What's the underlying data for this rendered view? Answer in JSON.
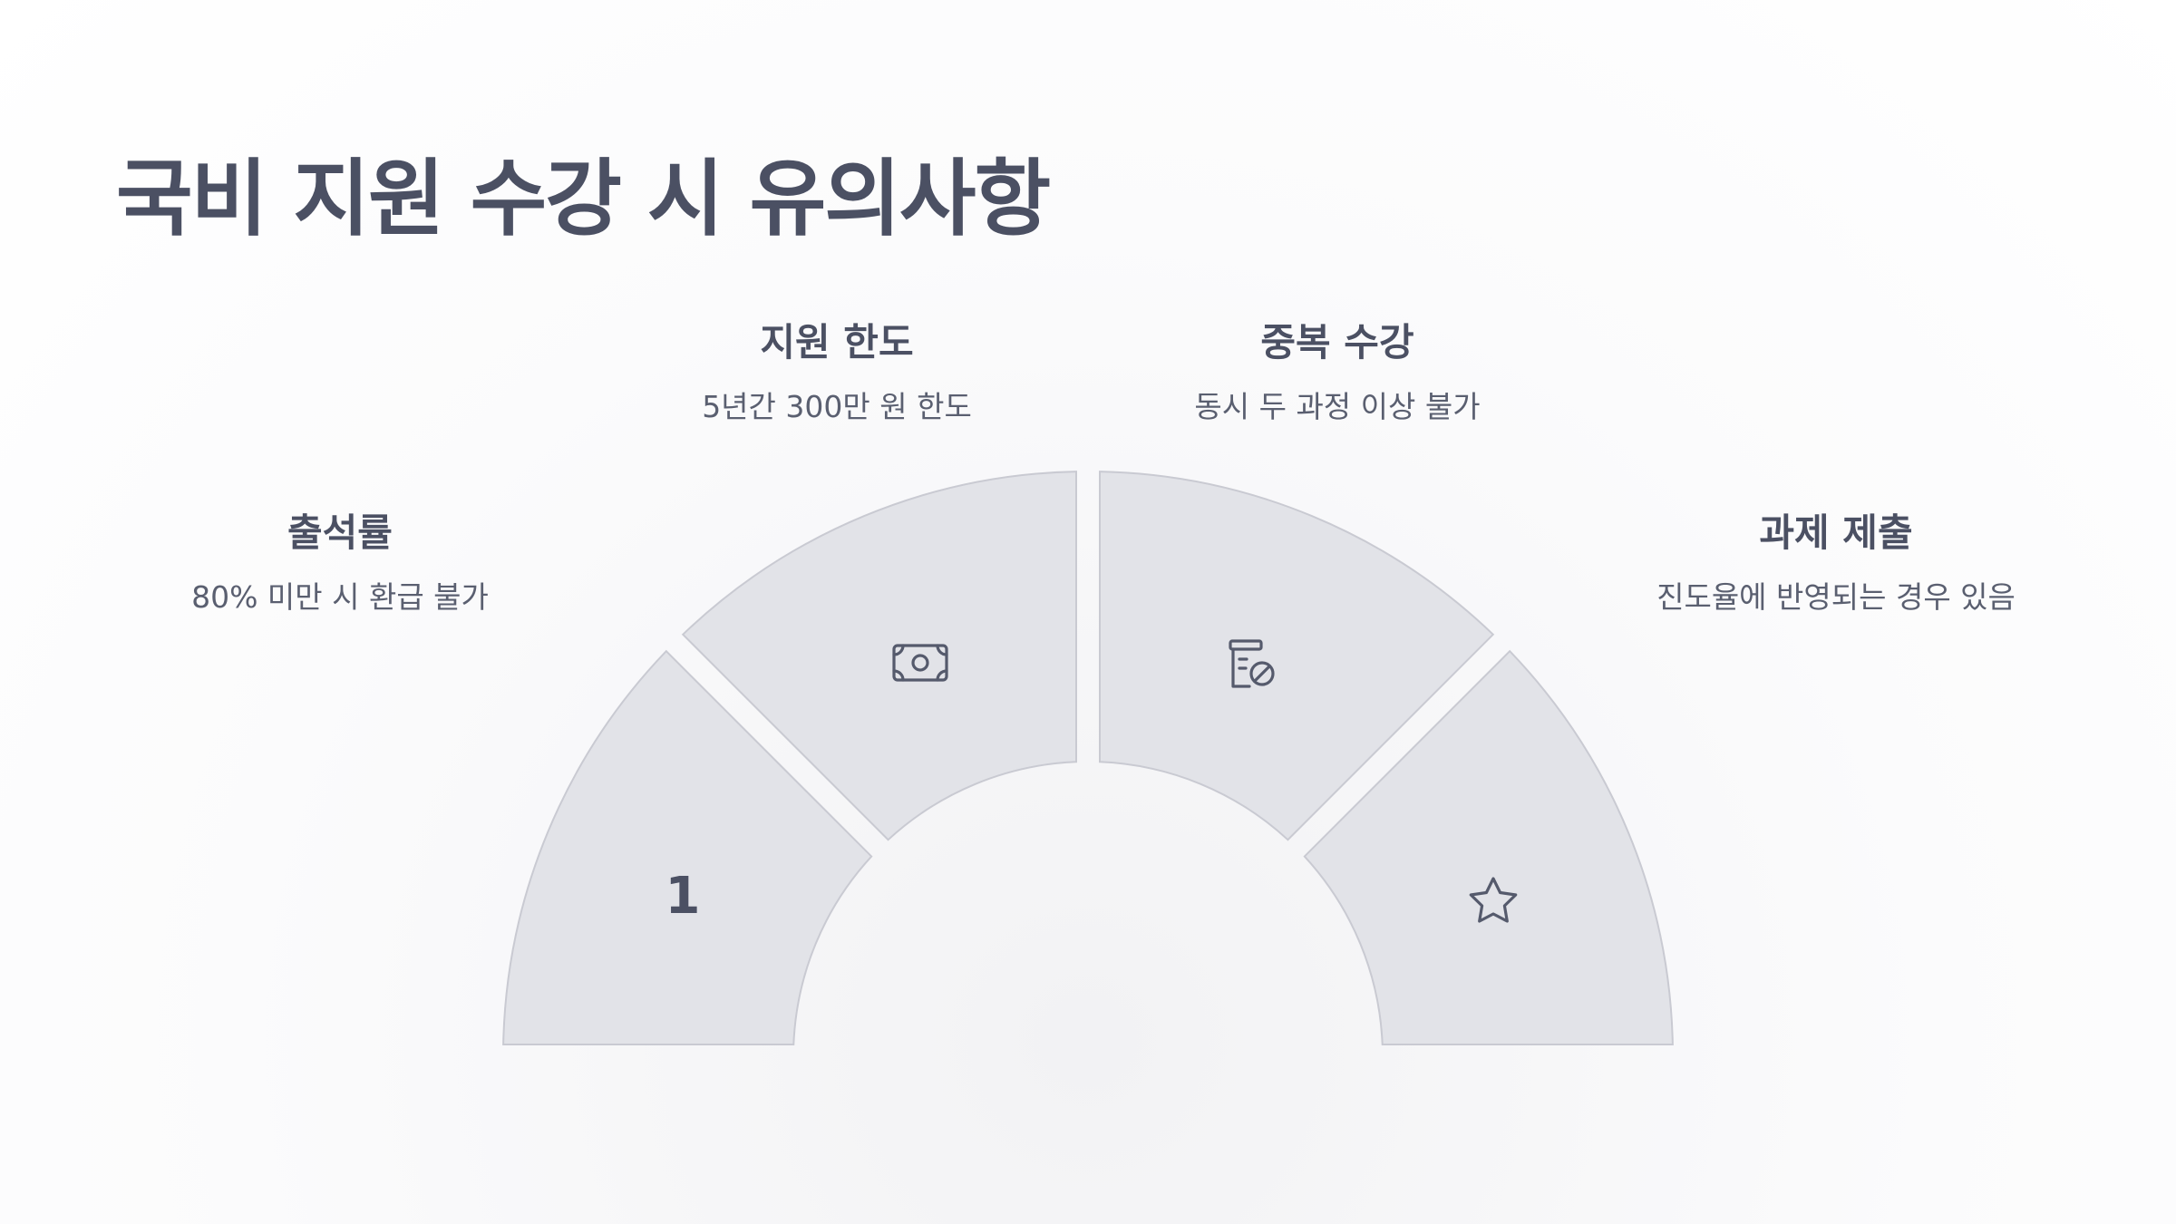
{
  "title": "국비 지원 수강 시 유의사항",
  "segments": [
    {
      "heading": "출석률",
      "description": "80% 미만 시 환급 불가",
      "marker": "1",
      "icon": "number-1"
    },
    {
      "heading": "지원 한도",
      "description": "5년간 300만 원 한도",
      "icon": "banknote-icon"
    },
    {
      "heading": "중복 수강",
      "description": "동시 두 과정 이상 불가",
      "icon": "blocked-document-icon"
    },
    {
      "heading": "과제 제출",
      "description": "진도율에 반영되는 경우 있음",
      "icon": "star-icon"
    }
  ],
  "colors": {
    "segment_fill": "#e2e3e8",
    "segment_stroke": "#c9cad2",
    "text": "#4b5063"
  }
}
